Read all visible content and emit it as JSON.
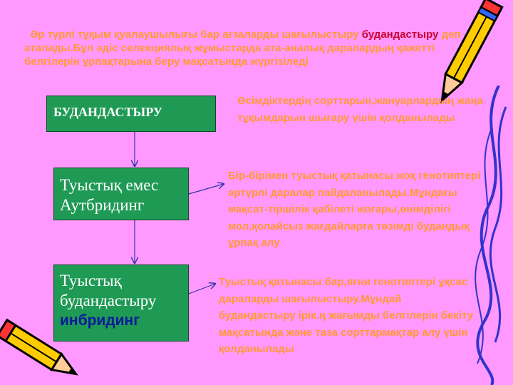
{
  "intro": {
    "part1": "Әр түрлі тұқым қуалаушылығы бар ағзаларды шағылыстыру",
    "highlight": "будандастыру",
    "part2": "деп аталады.Бұл әдіс селекциялық жұмыстарда ата-аналық даралардың қажетті белгілерін ұрпақтарына беру мақсатында жүргізіледі"
  },
  "boxes": {
    "main": "БУДАНДАСТЫРУ",
    "outbreeding": {
      "line1": "Туыстық емес",
      "line2": "Аутбридинг"
    },
    "inbreeding": {
      "line1": "Туыстық",
      "line2": "будандастыру",
      "line3": "инбридинг"
    }
  },
  "notes": {
    "main": "Өсімдіктердің сорттарын,жануарлардың жаңа тұқымдарын шығару үшін қолданылады",
    "outbreeding": "Бір-бірімен туыстық қатынасы жоқ генотиптері әртүрлі даралар пайдаланылады.Мұндағы мақсат-тіршілік қабілеті жоғары,өнімділігі мол,қолайсыз жағдайларға төзімді будандық ұрпақ алу",
    "inbreeding": "Туыстық қатынасы бар,яғни генотиптері ұқсас дараларды шағылыстыру.Мұндай будандастыру ірік.ң жағымды белгілерін бекіту мақсатында және таза сорттармақтар алу үшін қолданылады"
  },
  "colors": {
    "background": "#ff99ff",
    "box": "#1f9a55",
    "text": "#ff9933",
    "highlight": "#cc0033",
    "inbreeding_label": "#0a1a99"
  },
  "icons": [
    "pencil-icon",
    "pencil-icon"
  ]
}
